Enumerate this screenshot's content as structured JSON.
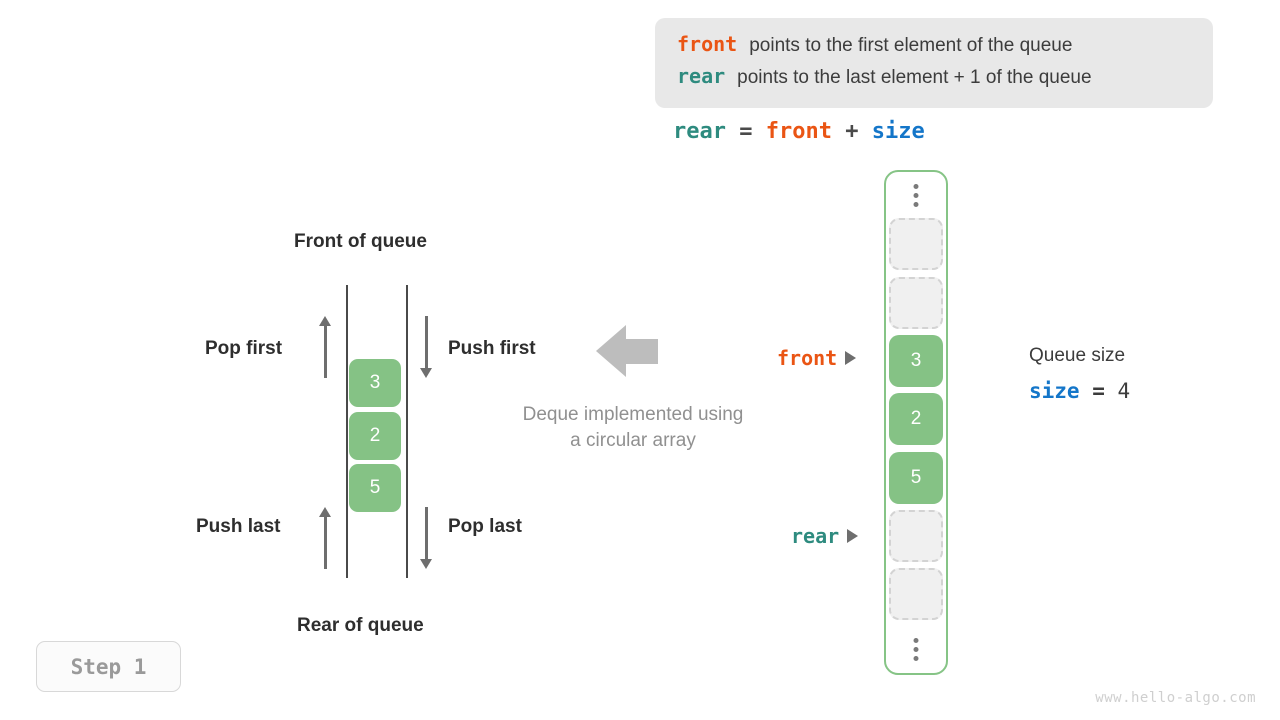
{
  "info_box": {
    "lines": [
      {
        "keyword": "front",
        "keyword_color": "#ea5514",
        "text": "points to the first element of the queue"
      },
      {
        "keyword": "rear",
        "keyword_color": "#2e8b7f",
        "text": "points to the last element + 1 of the queue"
      }
    ]
  },
  "formula": {
    "lhs": "rear",
    "eq": "=",
    "rhs1": "front",
    "plus": "+",
    "rhs2": "size"
  },
  "deque_diagram": {
    "front_label": "Front of queue",
    "rear_label": "Rear of queue",
    "operations": {
      "pop_first": "Pop first",
      "push_first": "Push first",
      "push_last": "Push last",
      "pop_last": "Pop last"
    },
    "cells": [
      "3",
      "2",
      "5"
    ],
    "caption_line1": "Deque implemented using",
    "caption_line2": "a circular array"
  },
  "circular_array": {
    "slots": [
      {
        "value": "",
        "filled": false
      },
      {
        "value": "",
        "filled": false
      },
      {
        "value": "3",
        "filled": true
      },
      {
        "value": "2",
        "filled": true
      },
      {
        "value": "5",
        "filled": true
      },
      {
        "value": "",
        "filled": false
      },
      {
        "value": "",
        "filled": false
      }
    ],
    "pointers": {
      "front": "front",
      "rear": "rear"
    }
  },
  "queue_size": {
    "title": "Queue size",
    "var": "size",
    "eq": "=",
    "value": "4"
  },
  "step_badge": "Step  1",
  "watermark": "www.hello-algo.com",
  "colors": {
    "front": "#ea5514",
    "rear": "#2e8b7f",
    "size": "#1476c9",
    "element_green": "#85c285",
    "container_green": "#86c486",
    "muted_gray": "#909090"
  }
}
